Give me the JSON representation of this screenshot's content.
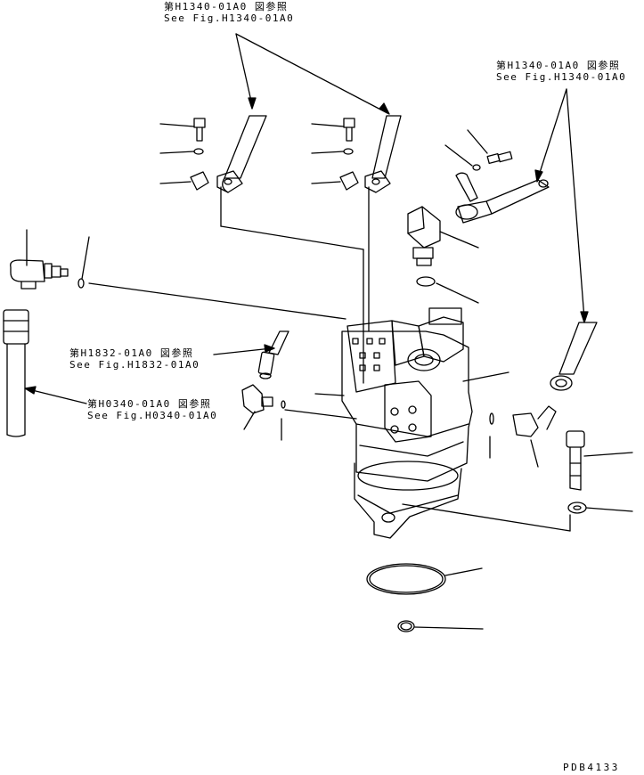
{
  "references": [
    {
      "id": "h1340-top",
      "line1": "第H1340-01A0 図参照",
      "line2": "See Fig.H1340-01A0"
    },
    {
      "id": "h1340-right",
      "line1": "第H1340-01A0 図参照",
      "line2": "See Fig.H1340-01A0"
    },
    {
      "id": "h1832",
      "line1": "第H1832-01A0 図参照",
      "line2": "See Fig.H1832-01A0"
    },
    {
      "id": "h0340",
      "line1": "第H0340-01A0 図参照",
      "line2": "See Fig.H0340-01A0"
    }
  ],
  "drawing_code": "PDB4133"
}
